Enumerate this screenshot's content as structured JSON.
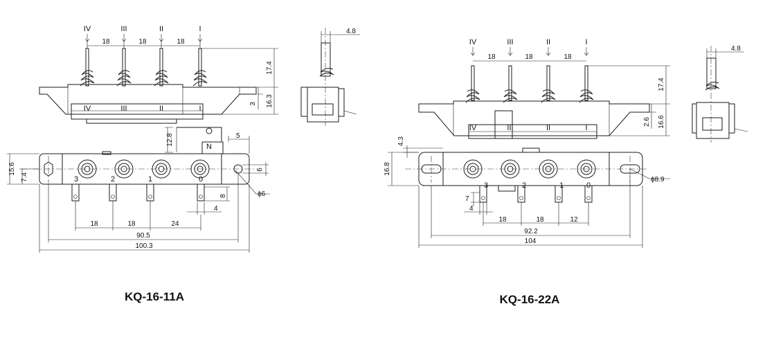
{
  "models": {
    "left": "KQ-16-11A",
    "right": "KQ-16-22A"
  },
  "positions": [
    "IV",
    "III",
    "II",
    "I"
  ],
  "terminals_left": [
    "3",
    "2",
    "1",
    "0"
  ],
  "terminals_right": [
    "3",
    "2",
    "1",
    "0"
  ],
  "neutral": "N",
  "dims_left": {
    "pitch1": "18",
    "pitch2": "18",
    "pitch3": "18",
    "stem_h": "17.4",
    "body_h": "16.3",
    "step_h": "3",
    "side_w": "4.8",
    "tab_h": "12.8",
    "tab_off": "5",
    "slot_w": "6",
    "hole_d": "ϕ6",
    "tab_side": "8",
    "tab_w": "4",
    "height": "15.6",
    "half_h": "7.4",
    "t_pitch1": "18",
    "t_pitch2": "18",
    "t_pitch3": "24",
    "inner_len": "90.5",
    "total_len": "100.3"
  },
  "dims_right": {
    "pitch1": "18",
    "pitch2": "18",
    "pitch3": "18",
    "stem_h": "17.4",
    "body_h": "16.6",
    "step_h": "2.6",
    "side_w": "4.8",
    "top_h": "4.3",
    "height": "16.8",
    "hole_d": "ϕ8.9",
    "term_h": "7",
    "term_w": "4",
    "t_pitch1": "18",
    "t_pitch2": "18",
    "t_pitch3": "12",
    "inner_len": "92.2",
    "total_len": "104"
  }
}
